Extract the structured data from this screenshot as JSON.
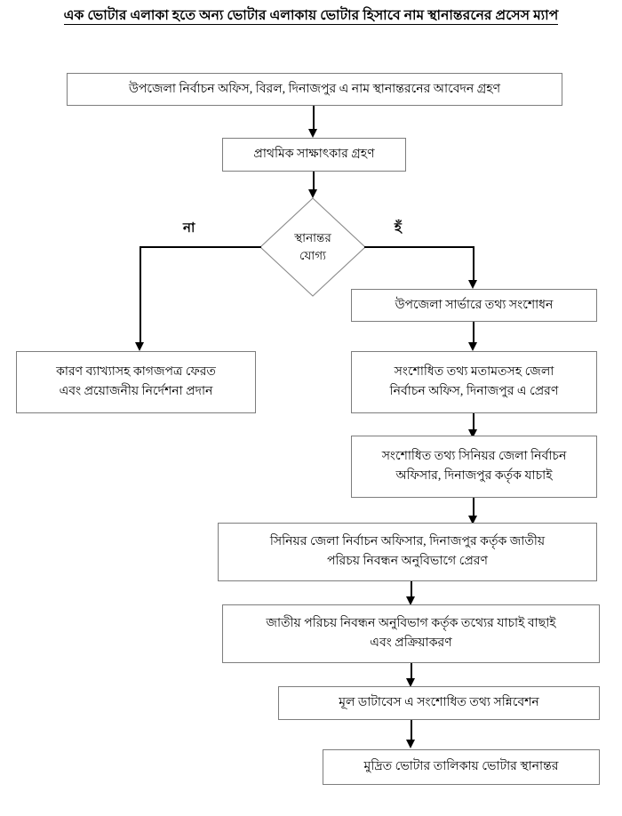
{
  "document": {
    "title": "এক ভোটার এলাকা হতে অন্য ভোটার এলাকায় ভোটার হিসাবে নাম স্থানান্তরনের প্রসেস ম্যাপ"
  },
  "flowchart": {
    "type": "process-flow-diagram",
    "colors": {
      "box_border": "#7d7d7d",
      "connector": "#000000",
      "background": "#ffffff",
      "text": "#000000"
    },
    "nodes": [
      {
        "id": "n1",
        "shape": "process",
        "text": "উপজেলা নির্বাচন অফিস, বিরল, দিনাজপুর এ নাম স্থানান্তরনের আবেদন গ্রহণ"
      },
      {
        "id": "n2",
        "shape": "process",
        "text": "প্রাথমিক সাক্ষাৎকার গ্রহণ"
      },
      {
        "id": "n3",
        "shape": "decision",
        "line1": "স্থানান্তর",
        "line2": "যোগ্য"
      },
      {
        "id": "n4",
        "shape": "process",
        "line1": "কারণ ব্যাখ্যাসহ কাগজপত্র ফেরত",
        "line2": "এবং প্রয়োজনীয় নির্দেশনা প্রদান"
      },
      {
        "id": "n5",
        "shape": "process",
        "text": "উপজেলা সার্ভারে তথ্য সংশোধন"
      },
      {
        "id": "n6",
        "shape": "process",
        "line1": "সংশোধিত তথ্য  মতামতসহ জেলা",
        "line2": "নির্বাচন অফিস, দিনাজপুর এ প্রেরণ"
      },
      {
        "id": "n7",
        "shape": "process",
        "line1": "সংশোধিত তথ্য সিনিয়র জেলা নির্বাচন",
        "line2": "অফিসার, দিনাজপুর কর্তৃক যাচাই"
      },
      {
        "id": "n8",
        "shape": "process",
        "line1": "সিনিয়র জেলা নির্বাচন অফিসার, দিনাজপুর কর্তৃক জাতীয়",
        "line2": "পরিচয় নিবন্ধন অনুবিভাগে প্রেরণ"
      },
      {
        "id": "n9",
        "shape": "process",
        "line1": "জাতীয় পরিচয় নিবন্ধন অনুবিভাগ কর্তৃক তথ্যের যাচাই বাছাই",
        "line2": "এবং প্রক্রিয়াকরণ"
      },
      {
        "id": "n10",
        "shape": "process",
        "text": "মূল ডাটাবেস এ সংশোধিত তথ্য সন্নিবেশন"
      },
      {
        "id": "n11",
        "shape": "process",
        "text": "মুদ্রিত ভোটার তালিকায় ভোটার স্থানান্তর"
      }
    ],
    "branch_labels": {
      "no": "না",
      "yes": "হঁ"
    }
  }
}
